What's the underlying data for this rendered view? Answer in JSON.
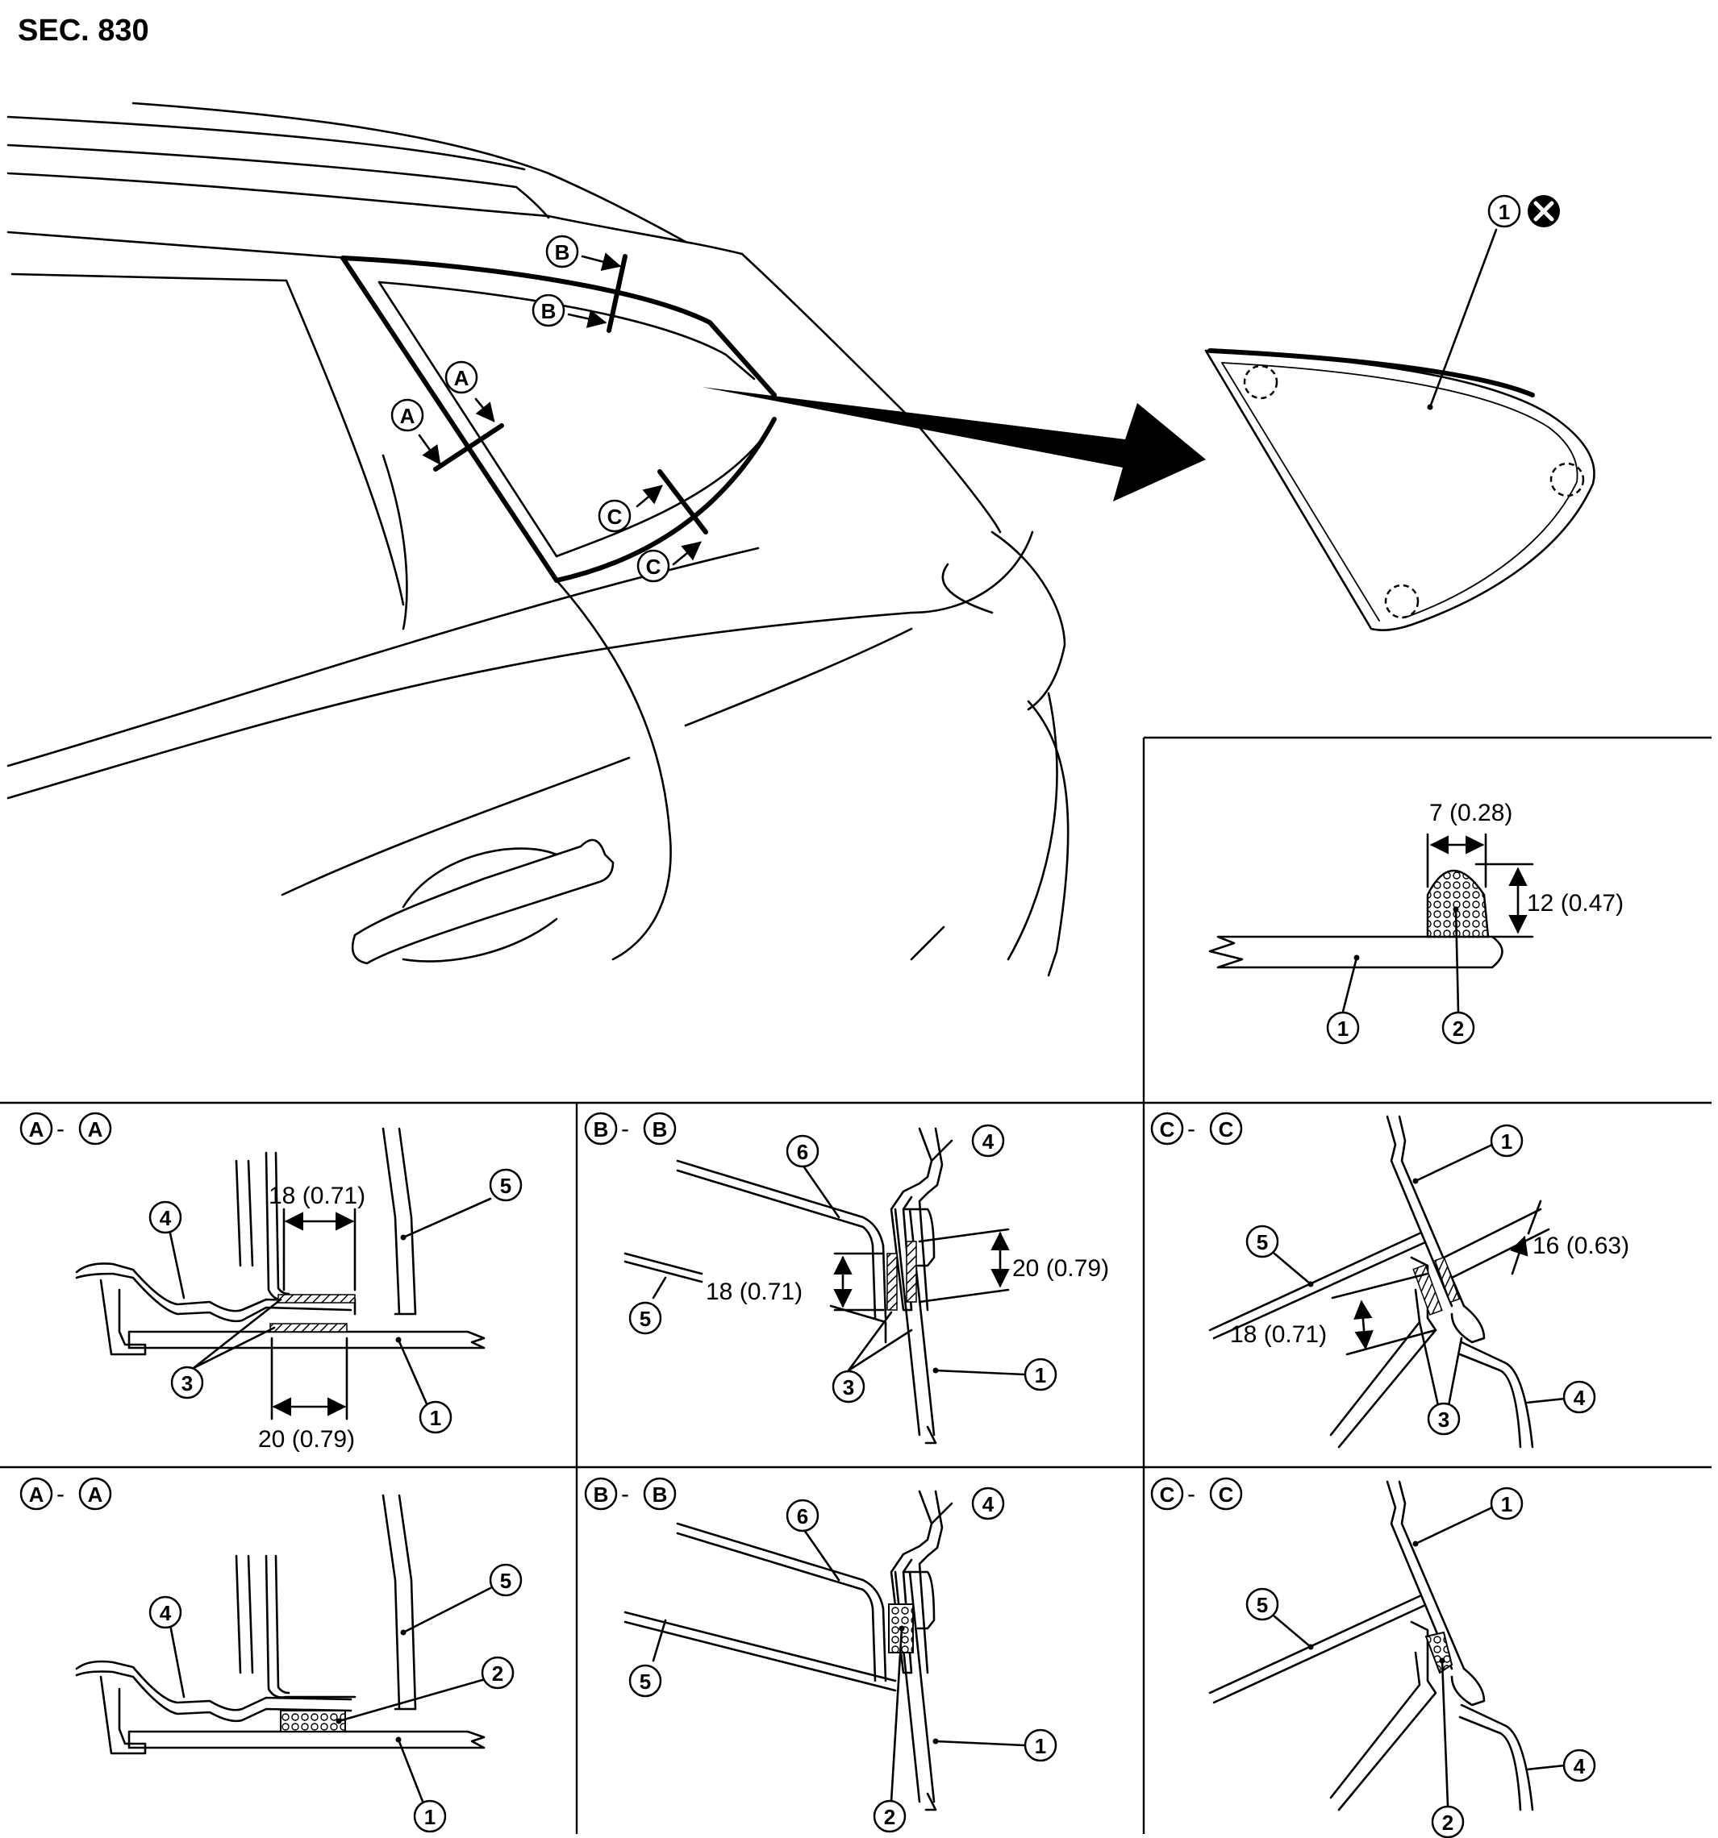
{
  "section": "SEC. 830",
  "callouts": {
    "n1": "1",
    "n2": "2",
    "n3": "3",
    "n4": "4",
    "n5": "5",
    "n6": "6",
    "A": "A",
    "B": "B",
    "C": "C"
  },
  "sections": {
    "aa_dash": "-",
    "bb_dash": "-",
    "cc_dash": "-"
  },
  "dims": {
    "bead_width": "7 (0.28)",
    "bead_height": "12 (0.47)",
    "aa_top": "18 (0.71)",
    "aa_bottom": "20 (0.79)",
    "bb_left": "18 (0.71)",
    "bb_right": "20 (0.79)",
    "cc_right": "16 (0.63)",
    "cc_left": "18 (0.71)"
  },
  "icons": {
    "do_not_reuse": "cross-circle-icon"
  }
}
